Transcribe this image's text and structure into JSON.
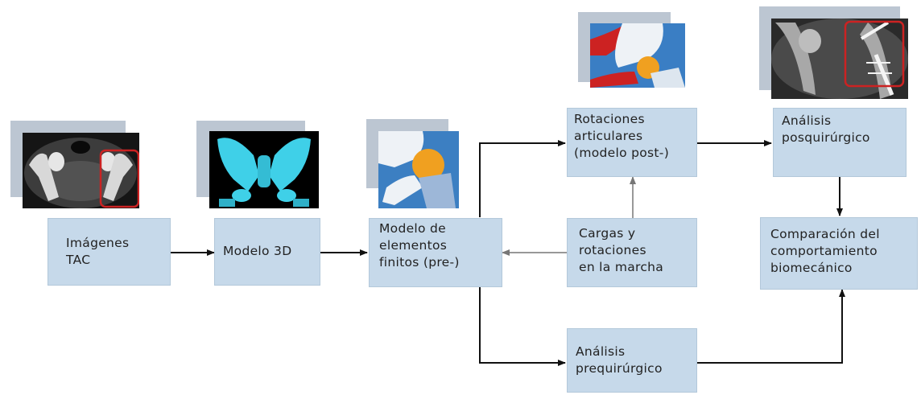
{
  "boxes": {
    "tac": [
      "Imágenes",
      "TAC"
    ],
    "model3d": [
      "Modelo 3D"
    ],
    "fem": [
      "Modelo de",
      "elementos",
      "finitos (pre-)"
    ],
    "loads": [
      "Cargas y",
      "rotaciones",
      "en la marcha"
    ],
    "rotations": [
      "Rotaciones",
      "articulares",
      "(modelo post-)"
    ],
    "post": [
      "Análisis",
      "posquirúrgico"
    ],
    "compare": [
      "Comparación del",
      "comportamiento",
      "biomecánico"
    ],
    "pre": [
      "Análisis",
      "prequirúrgico"
    ]
  },
  "colors": {
    "box_fill": "#c6d9ea",
    "shadow": "#bcc6d2",
    "arrow": "#111111",
    "highlight": "#cc2222",
    "bone_cyan": "#3fd0e8",
    "femur_orange": "#f0a020"
  }
}
